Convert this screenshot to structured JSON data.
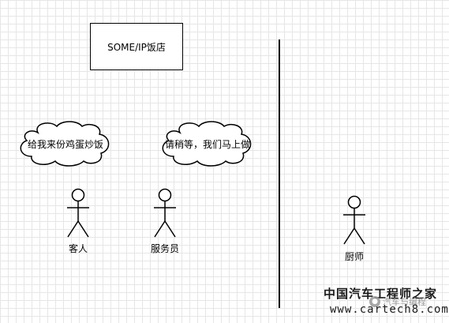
{
  "diagram": {
    "title": "SOME/IP饭店",
    "customer": {
      "speech": "给我来份鸡蛋炒饭",
      "label": "客人"
    },
    "waiter": {
      "speech": "请稍等，我们马上做",
      "label": "服务员"
    },
    "chef": {
      "label": "厨师"
    }
  },
  "watermark": {
    "site_name": "中国汽车工程师之家",
    "url": "www.cartech8.com",
    "account": "汽车与编程"
  }
}
